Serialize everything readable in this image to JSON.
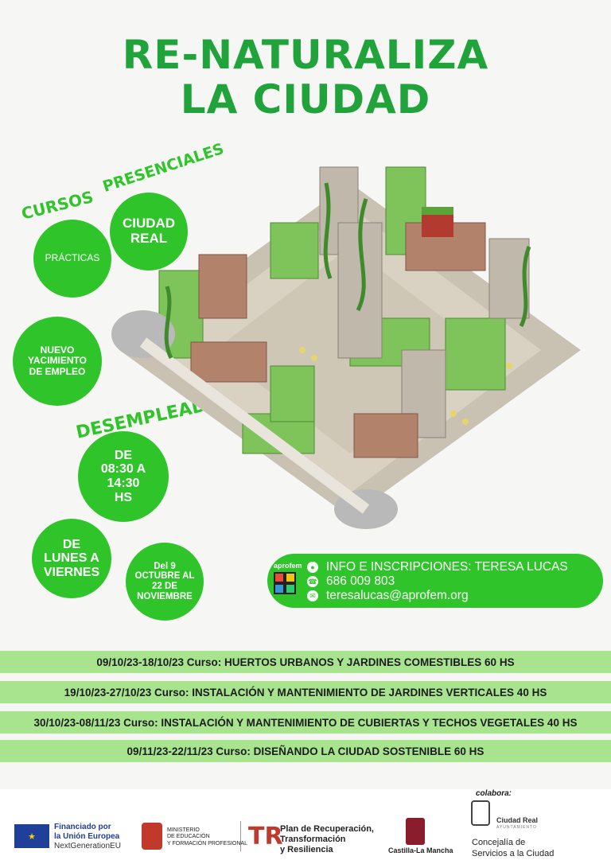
{
  "title": {
    "line1": "RE-NATURALIZA",
    "line2": "LA CIUDAD"
  },
  "labels": {
    "cursos": "CURSOS",
    "presenciales": "PRESENCIALES",
    "desempleados": "DESEMPLEADOS"
  },
  "circles": {
    "practicas": "PRÁCTICAS",
    "ciudad_real": "CIUDAD REAL",
    "nuevo_yacimiento": "NUEVO YACIMIENTO DE EMPLEO",
    "horario": "DE 08:30 A 14:30 HS",
    "dias": "DE LUNES A VIERNES",
    "fechas": "Del 9 OCTUBRE AL 22 DE NOVIEMBRE"
  },
  "info": {
    "logo_text": "aprofem",
    "heading": "INFO E INSCRIPCIONES: TERESA LUCAS",
    "phone": "686 009 803",
    "email": "teresalucas@aprofem.org"
  },
  "courses": [
    "09/10/23-18/10/23 Curso: HUERTOS URBANOS Y JARDINES COMESTIBLES 60 HS",
    "19/10/23-27/10/23 Curso: INSTALACIÓN Y MANTENIMIENTO DE JARDINES VERTICALES 40 HS",
    "30/10/23-08/11/23 Curso: INSTALACIÓN Y MANTENIMIENTO DE CUBIERTAS Y TECHOS VEGETALES 40 HS",
    "09/11/23-22/11/23 Curso: DISEÑANDO LA CIUDAD SOSTENIBLE 60 HS"
  ],
  "footer": {
    "colabora": "colabora:",
    "eu_line1": "Financiado por",
    "eu_line2": "la Unión Europea",
    "eu_line3": "NextGenerationEU",
    "ministerio_line1": "MINISTERIO",
    "ministerio_line2": "DE EDUCACIÓN",
    "ministerio_line3": "Y FORMACIÓN PROFESIONAL",
    "plan_line1": "Plan de Recuperación,",
    "plan_line2": "Transformación",
    "plan_line3": "y Resiliencia",
    "clm": "Castilla-La Mancha",
    "ciudad_real": "Ciudad Real",
    "ayuntamiento": "AYUNTAMIENTO",
    "concejalia_line1": "Concejalía de",
    "concejalia_line2": "Servicios a la Ciudad"
  },
  "colors": {
    "accent": "#2fc52a",
    "title": "#1fa33a",
    "band": "#a8e48e"
  },
  "icons": [
    "user-icon",
    "phone-icon",
    "mail-icon",
    "eu-flag-icon",
    "coat-of-arms-icon"
  ]
}
